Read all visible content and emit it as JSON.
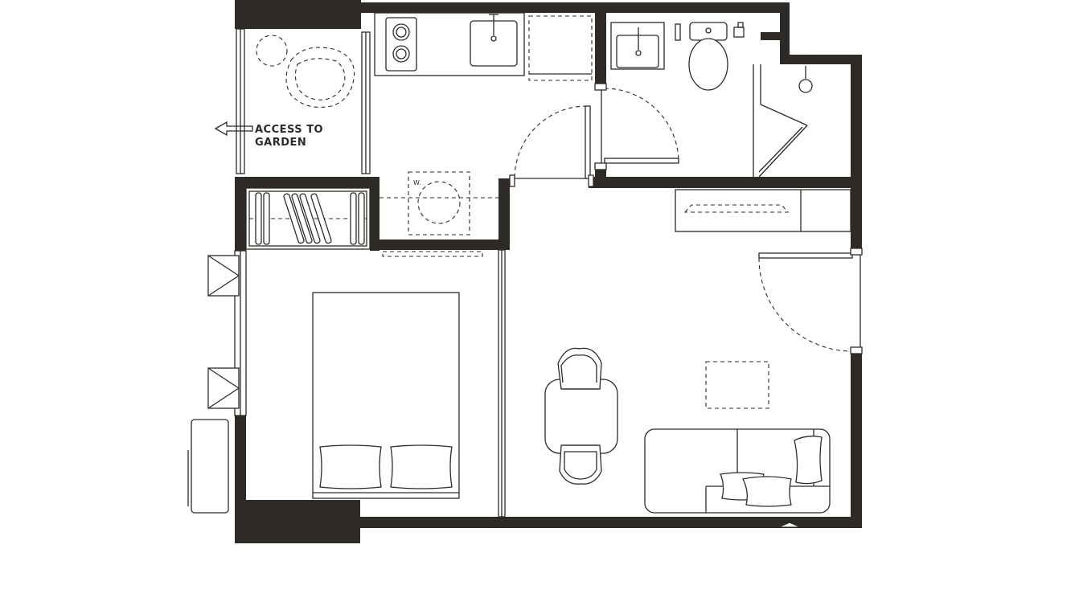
{
  "plan": {
    "label_access_line1": "ACCESS TO",
    "label_access_line2": "GARDEN",
    "label_washer": "W."
  },
  "colors": {
    "wall": "#2e2a25",
    "background": "#ffffff"
  },
  "icons": [
    "arrow-left-icon"
  ]
}
